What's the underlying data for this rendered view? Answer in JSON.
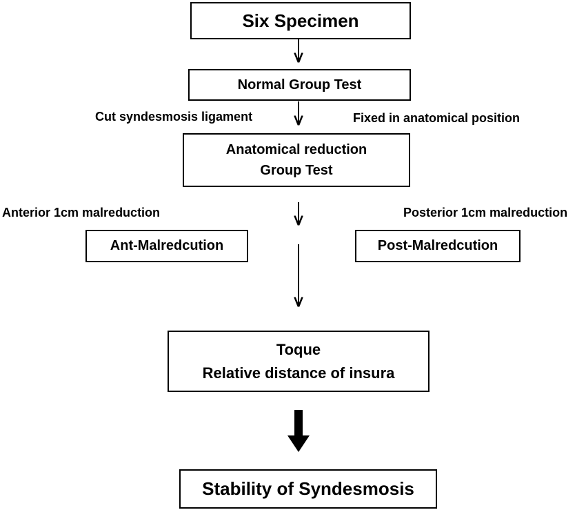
{
  "nodes": {
    "six_specimen": "Six Specimen",
    "normal_group": "Normal Group Test",
    "anatomical_reduction": [
      "Anatomical reduction",
      "Group Test"
    ],
    "ant_malreduction": "Ant-Malredcution",
    "post_malreduction": "Post-Malredcution",
    "toque": [
      "Toque",
      "Relative distance of insura"
    ],
    "stability": "Stability of Syndesmosis"
  },
  "edge_labels": {
    "cut": "Cut syndesmosis ligament",
    "fixed": "Fixed in anatomical position",
    "anterior": "Anterior 1cm malreduction",
    "posterior": "Posterior 1cm malreduction"
  },
  "colors": {
    "stroke": "#000000",
    "background": "#ffffff"
  }
}
